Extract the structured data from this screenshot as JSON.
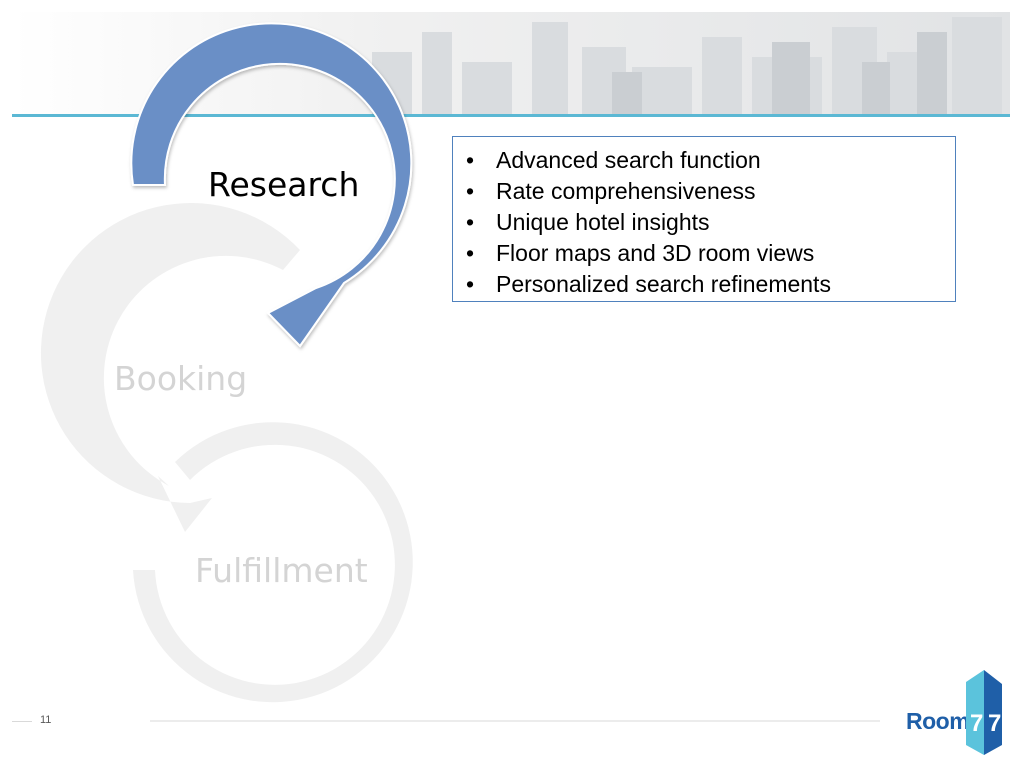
{
  "cycle": {
    "stages": [
      {
        "label": "Research",
        "state": "active",
        "color": "#6a8fc6"
      },
      {
        "label": "Booking",
        "state": "inactive",
        "color": "#f0f0f0"
      },
      {
        "label": "Fulfillment",
        "state": "inactive",
        "color": "#f0f0f0"
      }
    ]
  },
  "bullets": [
    "Advanced search function",
    "Rate comprehensiveness",
    "Unique hotel insights",
    "Floor maps and 3D room views",
    "Personalized search refinements"
  ],
  "footer": {
    "page_number": "11",
    "logo": {
      "word": "Room",
      "digit_1": "7",
      "digit_2": "7",
      "colors": {
        "word": "#1f5fa8",
        "mark_light": "#5bc3dc",
        "mark_dark": "#1f5fa8"
      }
    }
  },
  "colors": {
    "accent_rule": "#5bb8d4",
    "box_border": "#4f81bd"
  }
}
